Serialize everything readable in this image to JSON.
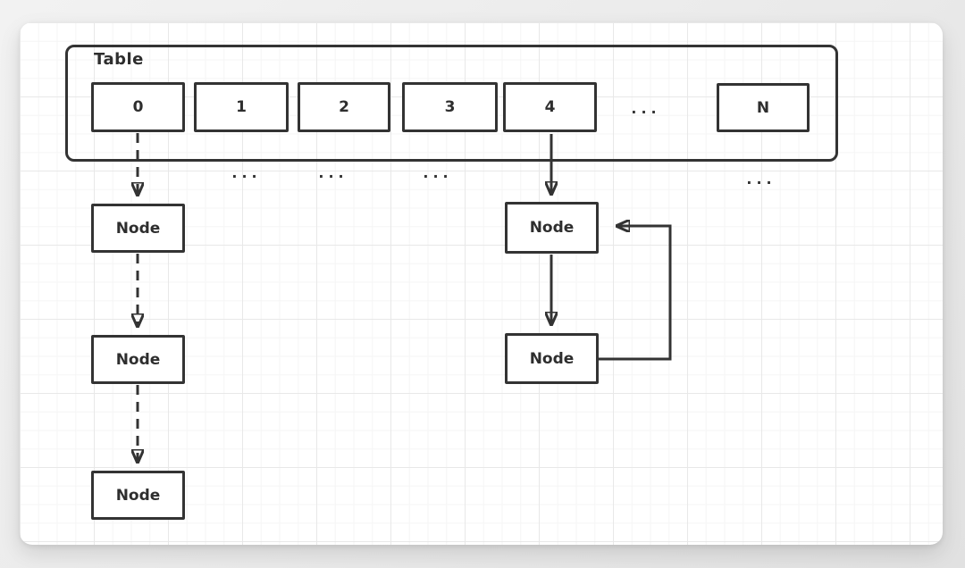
{
  "diagram_type": "hash-table-with-chaining",
  "colors": {
    "page_background": "#ececec",
    "card_background": "#ffffff",
    "stroke": "#333333",
    "grid_minor": "#f5f5f5",
    "grid_major": "#e8e8e8"
  },
  "table": {
    "label": "Table",
    "cells": [
      "0",
      "1",
      "2",
      "3",
      "4",
      "N"
    ],
    "inline_ellipsis": "..."
  },
  "ellipsis_row": [
    "...",
    "...",
    "...",
    "..."
  ],
  "chains": {
    "left": {
      "bucket": "0",
      "link_style": "dashed",
      "nodes": [
        "Node",
        "Node",
        "Node"
      ]
    },
    "right": {
      "bucket": "4",
      "link_style": "solid",
      "has_cycle": true,
      "nodes": [
        "Node",
        "Node"
      ]
    }
  }
}
